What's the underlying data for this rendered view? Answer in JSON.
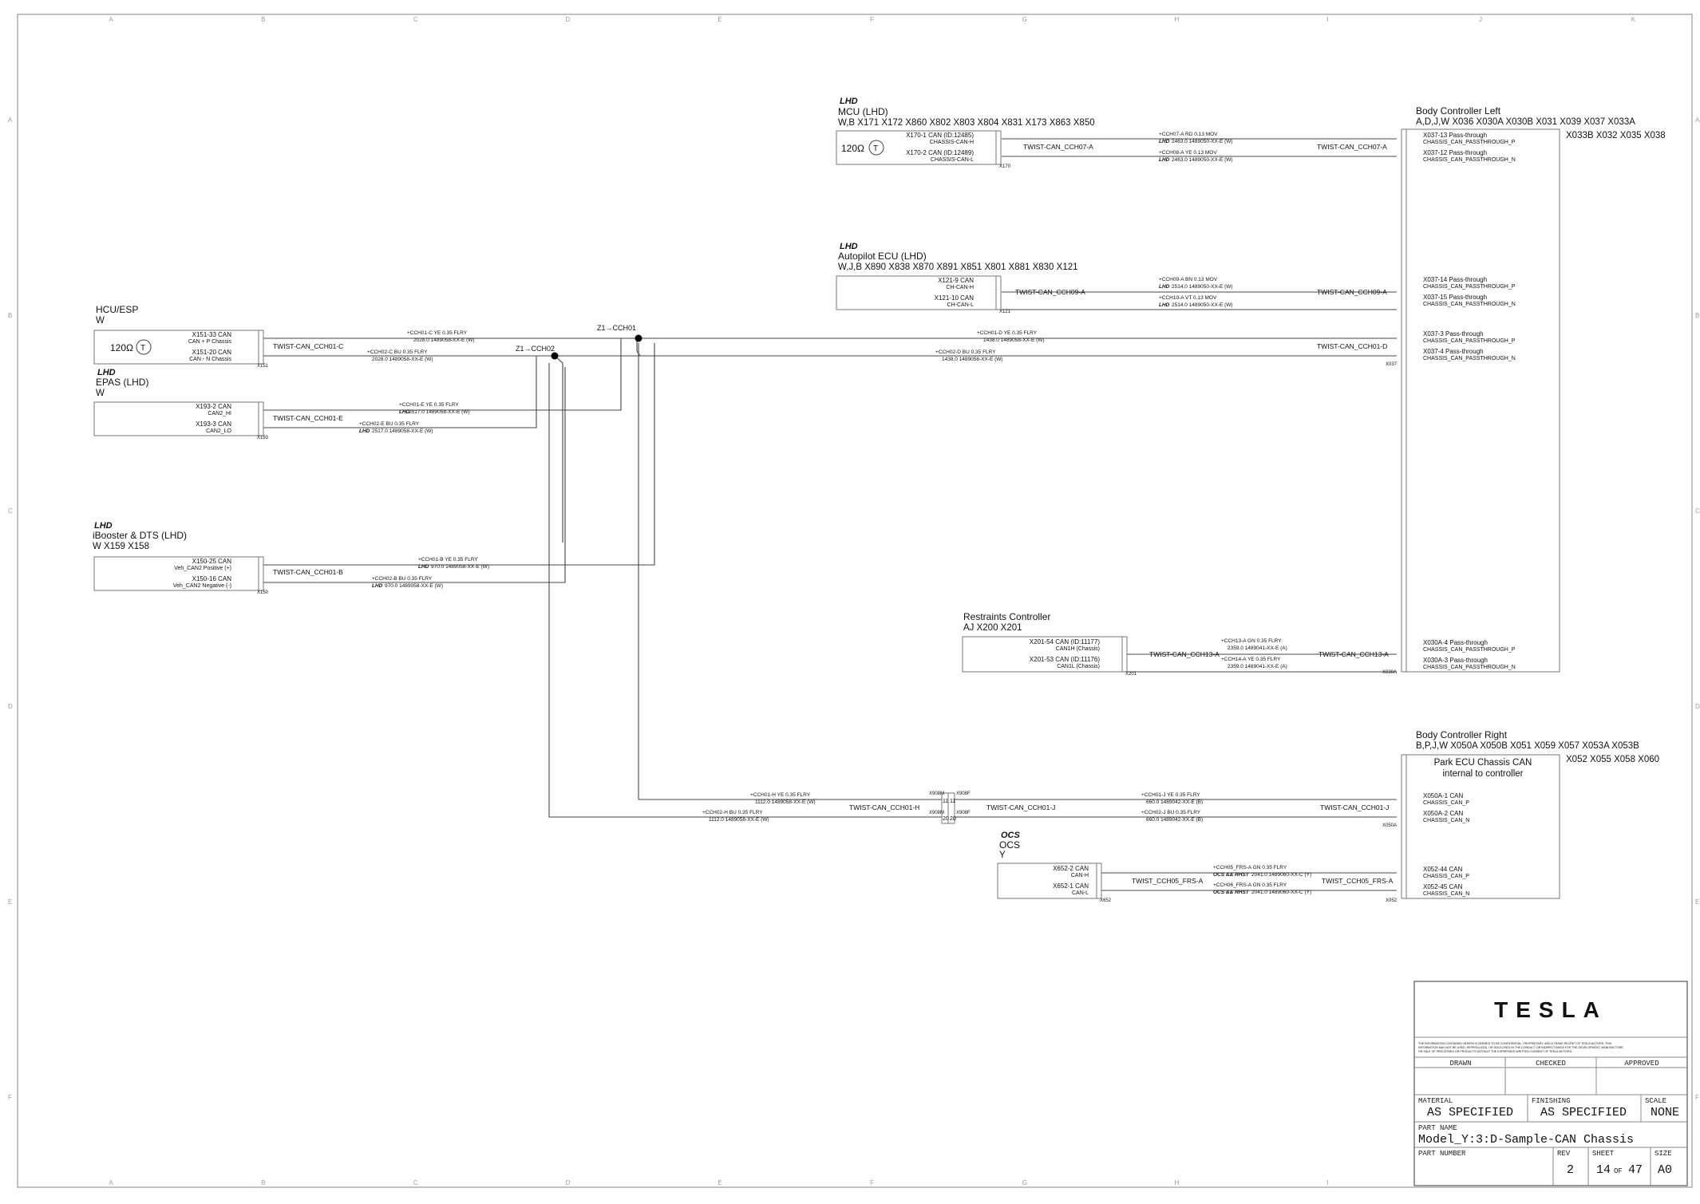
{
  "border": {
    "columns": [
      "A",
      "B",
      "C",
      "D",
      "E",
      "F",
      "G",
      "H",
      "I",
      "J",
      "K"
    ],
    "rows": [
      "A",
      "B",
      "C",
      "D",
      "E",
      "F"
    ]
  },
  "components": [
    {
      "id": "mcu",
      "lhd": "LHD",
      "name": "MCU (LHD)",
      "codes": "W,B  X171  X172  X860  X802  X803  X804  X831  X173     X863  X850",
      "term": "120Ω",
      "pins": [
        [
          "X170-1 CAN (ID:12485)",
          "CHASSIS-CAN-H"
        ],
        [
          "X170-2 CAN (ID:12489)",
          "CHASSIS-CAN-L"
        ]
      ],
      "conn": "X170"
    },
    {
      "id": "ap",
      "lhd": "LHD",
      "name": "Autopilot ECU (LHD)",
      "codes": "W,J,B  X890  X838  X870  X891  X851  X801  X881  X830  X121",
      "pins": [
        [
          "X121-9 CAN",
          "CH-CAN-H"
        ],
        [
          "X121-10 CAN",
          "CH-CAN-L"
        ]
      ],
      "conn": "X121"
    },
    {
      "id": "hcu",
      "name": "HCU/ESP",
      "codes": "W",
      "term": "120Ω",
      "pins": [
        [
          "X151-33 CAN",
          "CAN + P Chassis"
        ],
        [
          "X151-20 CAN",
          "CAN - N Chassis"
        ]
      ],
      "conn": "X151"
    },
    {
      "id": "epas",
      "lhd": "LHD",
      "name": "EPAS (LHD)",
      "codes": "W",
      "pins": [
        [
          "X193-2 CAN",
          "CAN2_HI"
        ],
        [
          "X193-3 CAN",
          "CAN2_LO"
        ]
      ],
      "conn": "X193"
    },
    {
      "id": "ibooster",
      "lhd": "LHD",
      "name": "iBooster & DTS (LHD)",
      "codes": "W    X159  X158",
      "pins": [
        [
          "X150-25 CAN",
          "Veh_CAN2 Positive (+)"
        ],
        [
          "X150-16 CAN",
          "Veh_CAN2 Negative (-)"
        ]
      ],
      "conn": "X150"
    },
    {
      "id": "restraints",
      "name": "Restraints Controller",
      "codes": "AJ        X200  X201",
      "pins": [
        [
          "X201-54 CAN (ID:11177)",
          "CAN1H (Chassis)"
        ],
        [
          "X201-53 CAN (ID:11176)",
          "CAN1L (Chassis)"
        ]
      ],
      "conn": "X201"
    },
    {
      "id": "ocs",
      "lhd": "OCS",
      "name": "OCS",
      "codes": "Y",
      "pins": [
        [
          "X652-2 CAN",
          "CAN-H"
        ],
        [
          "X652-1 CAN",
          "CAN-L"
        ]
      ],
      "conn": "X652"
    },
    {
      "id": "bcl",
      "name": "Body Controller Left",
      "codes": "A,D,J,W          X036   X030A   X030B   X031   X039   X037   X033A",
      "codes2": "X033B   X032   X035   X038",
      "pins": [
        [
          "X037-13 Pass-through",
          "CHASSIS_CAN_PASSTHROUGH_P"
        ],
        [
          "X037-12 Pass-through",
          "CHASSIS_CAN_PASSTHROUGH_N"
        ],
        [
          "X037-14 Pass-through",
          "CHASSIS_CAN_PASSTHROUGH_P"
        ],
        [
          "X037-15 Pass-through",
          "CHASSIS_CAN_PASSTHROUGH_N"
        ],
        [
          "X037-3 Pass-through",
          "CHASSIS_CAN_PASSTHROUGH_P"
        ],
        [
          "X037-4 Pass-through",
          "CHASSIS_CAN_PASSTHROUGH_N"
        ],
        [
          "X030A-4 Pass-through",
          "CHASSIS_CAN_PASSTHROUGH_P"
        ],
        [
          "X030A-3 Pass-through",
          "CHASSIS_CAN_PASSTHROUGH_N"
        ]
      ],
      "conns": [
        "X037",
        "X030A"
      ]
    },
    {
      "id": "bcr",
      "name": "Body Controller Right",
      "codes": "B,P,J,W          X050A   X050B   X051   X059   X057   X053A   X053B",
      "codes2": "X052   X055   X058   X060",
      "note1": "Park ECU Chassis CAN",
      "note2": "internal to controller",
      "pins": [
        [
          "X050A-1 CAN",
          "CHASSIS_CAN_P"
        ],
        [
          "X050A-2 CAN",
          "CHASSIS_CAN_N"
        ],
        [
          "X052-44 CAN",
          "CHASSIS_CAN_P"
        ],
        [
          "X052-45 CAN",
          "CHASSIS_CAN_N"
        ]
      ],
      "conns": [
        "X050A",
        "X052"
      ]
    }
  ],
  "twists": {
    "c": "TWIST-CAN_CCH01-C",
    "e": "TWIST-CAN_CCH01-E",
    "b": "TWIST-CAN_CCH01-B",
    "a7": "TWIST-CAN_CCH07-A",
    "a9": "TWIST-CAN_CCH09-A",
    "d": "TWIST-CAN_CCH01-D",
    "a13": "TWIST-CAN_CCH13-A",
    "h": "TWIST-CAN_CCH01-H",
    "j": "TWIST-CAN_CCH01-J",
    "frs": "TWIST_CCH05_FRS-A"
  },
  "splices": {
    "s1": "Z1→CCH01",
    "s2": "Z1→CCH02"
  },
  "inline_connector": {
    "top": "X908M",
    "top_r": "X908F",
    "bot": "X908M",
    "bot_r": "X908F",
    "p1": "11",
    "p1r": "11",
    "p2": "20",
    "p2r": "20"
  },
  "wires": {
    "w_c_top": "+CCH01-C   YE   0.35   FLRY",
    "w_c_top2": "2028.0   1489058-XX-E (W)",
    "w_c_bot": "+CCH02-C   BU   0.35   FLRY",
    "w_c_bot2": "2028.0   1489058-XX-E (W)",
    "w_e_top": "+CCH01-E   YE   0.35   FLRY",
    "w_e_top2": "2517.0   1489058-XX-E (W)",
    "w_e_bot": "+CCH02-E   BU   0.35   FLRY",
    "w_e_bot2": "2517.0   1489058-XX-E (W)",
    "w_b_top": "+CCH01-B   YE   0.35   FLRY",
    "w_b_top2": "970.0   1489058-XX-E (W)",
    "w_b_bot": "+CCH02-B   BU   0.35   FLRY",
    "w_b_bot2": "970.0   1489058-XX-E (W)",
    "w_7_top": "+CCH07-A   RD   0.13   MOV",
    "w_7_top2": "2463.0   1489050-XX-E (W)",
    "w_7_bot": "+CCH08-A   YE   0.13   MOV",
    "w_7_bot2": "2463.0   1489050-XX-E (W)",
    "w_9_top": "+CCH09-A   BN   0.13   MOV",
    "w_9_top2": "2514.0   1489050-XX-E (W)",
    "w_9_bot": "+CCH10-A   VT   0.13   MOV",
    "w_9_bot2": "2514.0   1489050-XX-E (W)",
    "w_d_top": "+CCH01-D   YE   0.35   FLRY",
    "w_d_top2": "1438.0   1489058-XX-E (W)",
    "w_d_bot": "+CCH02-D   BU   0.35   FLRY",
    "w_d_bot2": "1438.0   1489058-XX-E (W)",
    "w_13_top": "+CCH13-A   GN   0.35   FLRY",
    "w_13_top2": "2359.0   1489041-XX-E (A)",
    "w_13_bot": "+CCH14-A   YE   0.35   FLRY",
    "w_13_bot2": "2359.0   1489041-XX-E (A)",
    "w_h_top": "+CCH01-H   YE   0.35   FLRY",
    "w_h_top2": "1112.0   1489058-XX-E (W)",
    "w_h_bot": "+CCH02-H   BU   0.35   FLRY",
    "w_h_bot2": "1112.0   1489058-XX-E (W)",
    "w_j_top": "+CCH01-J   YE   0.35   FLRY",
    "w_j_top2": "660.0   1489042-XX-E (B)",
    "w_j_bot": "+CCH02-J   BU   0.35   FLRY",
    "w_j_bot2": "660.0   1489042-XX-E (B)",
    "w_f_top": "+CCH05_FRS-A   GN   0.35   FLRY",
    "w_f_top2": "2041.0   1489060-XX-C (Y)",
    "w_f_bot": "+CCH06_FRS-A   GN   0.35   FLRY",
    "w_f_bot2": "2041.0   1489060-XX-C (Y)",
    "lhd": "LHD",
    "ocs_rhst": "OCS && RHST"
  },
  "title_block": {
    "logo": "TESLA",
    "disclaimer1": "THE INFORMATION CONTAINED HEREIN IS DEEMED TO BE CONFIDENTIAL, PROPRIETARY, AND A TRADE SECRET OF TESLA MOTORS. THIS",
    "disclaimer2": "INFORMATION MAY NOT BE USED, REPRODUCED, OR DISCLOSED IN THE CONDUCT OR INDIRECT BASIS FOR THE DEVELOPMENT, MANUFACTURE,",
    "disclaimer3": "OR SALE OF PROCESSES OR PRODUCTS WITHOUT THE EXPRESSED WRITTEN CONSENT OF TESLA MOTORS.",
    "drawn": "DRAWN",
    "checked": "CHECKED",
    "approved": "APPROVED",
    "material_label": "MATERIAL",
    "material": "AS SPECIFIED",
    "finishing_label": "FINISHING",
    "finishing": "AS SPECIFIED",
    "scale_label": "SCALE",
    "scale": "NONE",
    "part_name_label": "PART NAME",
    "part_name": "Model_Y:3:D-Sample-CAN Chassis",
    "part_number_label": "PART NUMBER",
    "rev_label": "REV",
    "rev": "2",
    "sheet_label": "SHEET",
    "sheet": "14",
    "of": "OF",
    "sheet_total": "47",
    "size_label": "SIZE",
    "size": "A0"
  }
}
